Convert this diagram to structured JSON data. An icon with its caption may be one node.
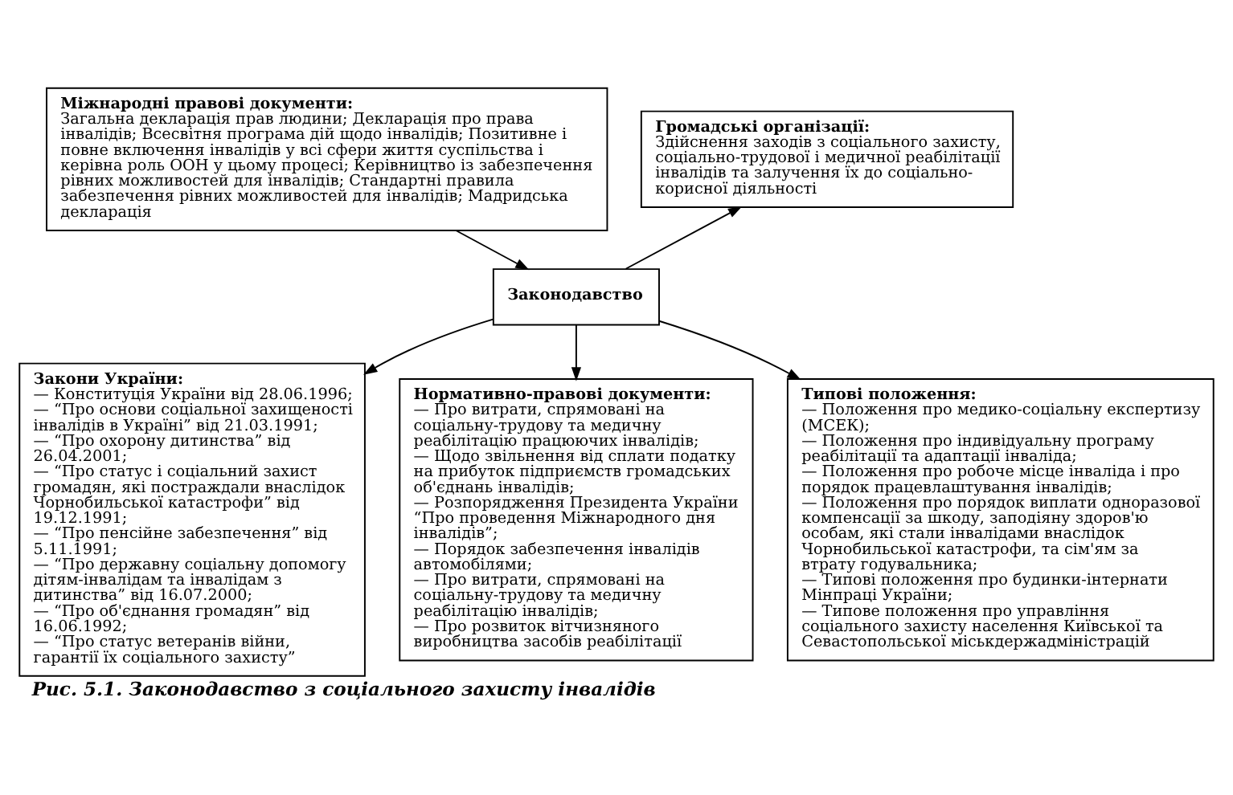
{
  "diagram": {
    "caption": "Рис. 5.1. Законодавство з соціального захисту інвалідів",
    "nodes": [
      {
        "text": [
          "Міжнародні правові документи:",
          "Загальна декларація прав людини; Декларація про права інвалідів; Всесвітня програма дій щодо інвалідів; Позитивне і повне включення інвалідів у всі сфери життя суспільства і керівна роль ООН у цьому процесі; Керівництво із забезпечення рівних можливостей для інвалідів; Стандартні правила забезпечення рівних можливостей для інвалідів; Мадридська декларація"
        ]
      },
      {
        "text": [
          "Громадські організації:",
          "Здійснення заходів з соціального захисту, соціально-трудової і медичної реабілітації інвалідів та залучення їх до соціально-корисної діяльності"
        ]
      },
      {
        "text": [
          "Законодавство"
        ]
      },
      {
        "text": [
          "Закони України:",
          "— Конституція України від 28.06.1996;",
          "— “Про основи соціальної захищеності інвалідів в Україні” від 21.03.1991;",
          "— “Про охорону дитинства” від 26.04.2001;",
          "— “Про статус і соціальний захист громадян, які постраждали внаслідок Чорнобильської катастрофи” від 19.12.1991;",
          "— “Про пенсійне забезпечення” від 5.11.1991;",
          "— “Про державну соціальну допомогу дітям-інвалідам та інвалідам з дитинства” від 16.07.2000;",
          "— “Про об'єднання громадян” від 16.06.1992;",
          "— “Про статус ветеранів війни, гарантії їх соціального захисту”"
        ]
      },
      {
        "text": [
          "Нормативно-правові документи:",
          "— Про витрати, спрямовані на соціальну-трудову та медичну реабілітацію працюючих інвалідів;",
          "— Щодо звільнення від сплати податку на прибуток підприємств громадських об'єднань інвалідів;",
          "— Розпорядження Президента України “Про проведення Міжнародного дня інвалідів”;",
          "— Порядок забезпечення інвалідів автомобілями;",
          "— Про витрати, спрямовані на соціальну-трудову та медичну реабілітацію інвалідів;",
          "— Про розвиток вітчизняного виробництва засобів реабілітації"
        ]
      },
      {
        "text": [
          "Типові положення:",
          "— Положення про медико-соціальну експертизу (МСЕК);",
          "— Положення про індивідуальну програму реабілітації та адаптації інваліда;",
          "— Положення про робоче місце інваліда і про порядок працевлаштування інвалідів;",
          "— Положення про порядок виплати одноразової компенсації за шкоду, заподіяну здоров'ю особам, які стали інвалідами внаслідок Чорнобильської катастрофи, та сім'ям за втрату годувальника;",
          "— Типові положення про будинки-інтернати Мінпраці України;",
          "— Типове положення про управління соціального захисту населення Київської та Севастопольської міськдержадміністрацій"
        ]
      }
    ],
    "edges": [
      {
        "from": 0,
        "to": 2,
        "arrow": "to"
      },
      {
        "from": 2,
        "to": 1,
        "arrow": "to"
      },
      {
        "from": 2,
        "to": 3,
        "arrow": "to"
      },
      {
        "from": 2,
        "to": 4,
        "arrow": "to"
      },
      {
        "from": 2,
        "to": 5,
        "arrow": "to"
      }
    ]
  }
}
